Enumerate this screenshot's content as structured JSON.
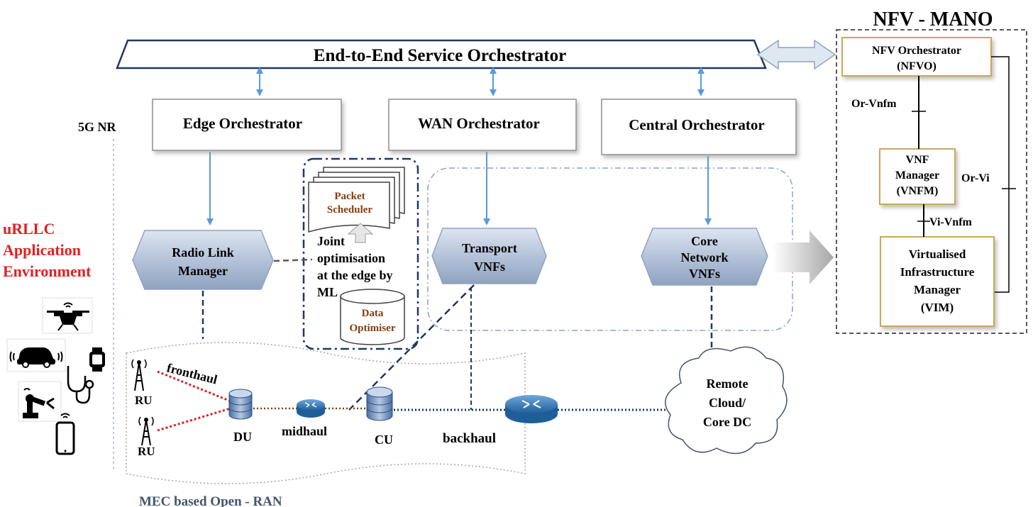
{
  "colors": {
    "arrow_blue": "#5b9bd5",
    "dark_dash": "#1f3864",
    "hex_fill": "#b4c3d9",
    "accent_red": "#e02020",
    "brown_text": "#843c0c",
    "mano_border": "#7f7f7f",
    "gold_border": "#c9a95a",
    "mec_label": "#44546a"
  },
  "labels": {
    "e2e": "End-to-End Service Orchestrator",
    "nfv_mano": "NFV - MANO",
    "edge_orch": "Edge Orchestrator",
    "wan_orch": "WAN Orchestrator",
    "central_orch": "Central  Orchestrator",
    "radio_link": [
      "Radio Link",
      "Manager"
    ],
    "transport_vnfs": [
      "Transport",
      "VNFs"
    ],
    "core_vnfs": [
      "Core",
      "Network",
      "VNFs"
    ],
    "packet_scheduler": [
      "Packet",
      "Scheduler"
    ],
    "joint_opt": [
      "Joint",
      "optimisation",
      "at the edge by",
      "ML"
    ],
    "data_optimiser": [
      "Data",
      "Optimiser"
    ],
    "nfvo": [
      "NFV Orchestrator",
      "(NFVO)"
    ],
    "vnfm": [
      "VNF",
      "Manager",
      "(VNFM)"
    ],
    "vim": [
      "Virtualised",
      "Infrastructure",
      "Manager",
      "(VIM)"
    ],
    "or_vnfm": "Or-Vnfm",
    "or_vi": "Or-Vi",
    "vi_vnfm": "Vi-Vnfm",
    "five_g_nr": "5G NR",
    "urllc": [
      "uRLLC",
      "Application",
      "Environment"
    ],
    "ru": "RU",
    "du": "DU",
    "cu": "CU",
    "fronthaul": "fronthaul",
    "midhaul": "midhaul",
    "backhaul": "backhaul",
    "remote_cloud": [
      "Remote",
      "Cloud/",
      "Core DC"
    ],
    "mec_ran": "MEC based Open - RAN"
  },
  "icons": [
    "drone-icon",
    "car-icon",
    "smartwatch-icon",
    "stethoscope-icon",
    "robot-arm-icon",
    "smartphone-icon",
    "antenna-tower-icon",
    "database-icon",
    "router-icon",
    "cloud-icon"
  ]
}
